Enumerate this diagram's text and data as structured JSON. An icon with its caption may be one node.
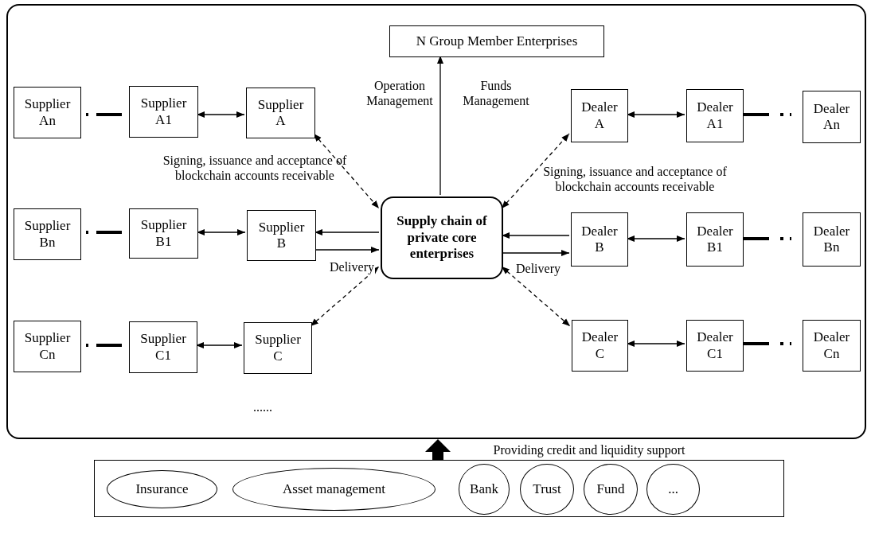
{
  "diagram": {
    "nodes": [
      {
        "text": [],
        "shape": "box"
      },
      {
        "text": [
          "N Group Member Enterprises"
        ],
        "in": 0
      },
      {
        "text": [
          "Supplier An"
        ],
        "in": 0
      },
      {
        "text": [
          "Supplier A1"
        ],
        "in": 0
      },
      {
        "text": [
          "Supplier A"
        ],
        "in": 0
      },
      {
        "text": [
          "Dealer A"
        ],
        "in": 0
      },
      {
        "text": [
          "Dealer A1"
        ],
        "in": 0
      },
      {
        "text": [
          "Dealer An"
        ],
        "in": 0
      },
      {
        "text": [
          "Supplier Bn"
        ],
        "in": 0
      },
      {
        "text": [
          "Supplier B1"
        ],
        "in": 0
      },
      {
        "text": [
          "Supplier B"
        ],
        "in": 0
      },
      {
        "text": [
          "Supply chain of private core enterprises"
        ],
        "in": 0
      },
      {
        "text": [
          "Dealer B"
        ],
        "in": 0
      },
      {
        "text": [
          "Dealer B1"
        ],
        "in": 0
      },
      {
        "text": [
          "Dealer Bn"
        ],
        "in": 0
      },
      {
        "text": [
          "Supplier Cn"
        ],
        "in": 0
      },
      {
        "text": [
          "Supplier C1"
        ],
        "in": 0
      },
      {
        "text": [
          "Supplier C"
        ],
        "in": 0
      },
      {
        "text": [
          "Dealer C"
        ],
        "in": 0
      },
      {
        "text": [
          "Dealer C1"
        ],
        "in": 0
      },
      {
        "text": [
          "Dealer Cn"
        ],
        "in": 0
      },
      {
        "text": [],
        "shape": "box"
      },
      {
        "text": [
          "Insurance"
        ],
        "in": 21
      },
      {
        "text": [
          "Asset management"
        ],
        "in": 21
      },
      {
        "text": [
          "Bank"
        ],
        "in": 21
      },
      {
        "text": [
          "Trust"
        ],
        "in": 21
      },
      {
        "text": [
          "Fund"
        ],
        "in": 21
      },
      {
        "text": [
          "..."
        ],
        "in": 21
      }
    ],
    "edges": [
      {
        "from": 11,
        "to": 1,
        "arrow": "to"
      },
      {
        "from": 2,
        "to": 3,
        "arrow": "none",
        "style": "dashed"
      },
      {
        "from": 3,
        "to": 4,
        "arrow": "both"
      },
      {
        "from": 4,
        "to": 11,
        "arrow": "both",
        "style": "dashed"
      },
      {
        "from": 11,
        "to": 5,
        "arrow": "both",
        "style": "dashed"
      },
      {
        "from": 5,
        "to": 6,
        "arrow": "both"
      },
      {
        "from": 6,
        "to": 7,
        "arrow": "none",
        "style": "dashed"
      },
      {
        "from": 11,
        "to": 10,
        "arrow": "to"
      },
      {
        "from": 10,
        "to": 11,
        "arrow": "to",
        "label": "Delivery"
      },
      {
        "from": 12,
        "to": 11,
        "arrow": "to"
      },
      {
        "from": 11,
        "to": 12,
        "arrow": "to",
        "label": "Delivery"
      },
      {
        "from": 8,
        "to": 9,
        "arrow": "none",
        "style": "dashed"
      },
      {
        "from": 9,
        "to": 10,
        "arrow": "both"
      },
      {
        "from": 12,
        "to": 13,
        "arrow": "both"
      },
      {
        "from": 13,
        "to": 14,
        "arrow": "none",
        "style": "dashed"
      },
      {
        "from": 15,
        "to": 16,
        "arrow": "none",
        "style": "dashed"
      },
      {
        "from": 16,
        "to": 17,
        "arrow": "both"
      },
      {
        "from": 17,
        "to": 11,
        "arrow": "both",
        "style": "dashed"
      },
      {
        "from": 11,
        "to": 18,
        "arrow": "both",
        "style": "dashed"
      },
      {
        "from": 18,
        "to": 19,
        "arrow": "both"
      },
      {
        "from": 19,
        "to": 20,
        "arrow": "none",
        "style": "dashed"
      },
      {
        "from": 21,
        "to": 0,
        "arrow": "to",
        "style": "thick"
      }
    ],
    "labels": [
      "Operation Management",
      "Funds Management",
      "Signing, issuance and acceptance of blockchain accounts receivable",
      "Signing, issuance and acceptance of blockchain accounts receivable",
      "......",
      "Providing credit and liquidity support"
    ]
  }
}
